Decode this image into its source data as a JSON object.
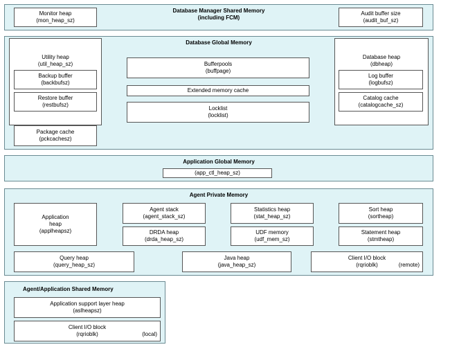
{
  "dbm": {
    "title_line1": "Database Manager Shared Memory",
    "title_line2": "(including FCM)",
    "monitor_heap": {
      "name": "Monitor heap",
      "param": "(mon_heap_sz)"
    },
    "audit_buffer": {
      "name": "Audit buffer size",
      "param": "(audit_buf_sz)"
    }
  },
  "dbg": {
    "title": "Database Global Memory",
    "utility_heap": {
      "name": "Utility heap",
      "param": "(util_heap_sz)"
    },
    "backup_buffer": {
      "name": "Backup buffer",
      "param": "(backbufsz)"
    },
    "restore_buffer": {
      "name": "Restore buffer",
      "param": "(restbufsz)"
    },
    "package_cache": {
      "name": "Package cache",
      "param": "(pckcachesz)"
    },
    "bufferpools": {
      "name": "Bufferpools",
      "param": "(buffpage)"
    },
    "extended_cache": {
      "name": "Extended memory cache"
    },
    "locklist": {
      "name": "Locklist",
      "param": "(locklist)"
    },
    "database_heap": {
      "name": "Database heap",
      "param": "(dbheap)"
    },
    "log_buffer": {
      "name": "Log buffer",
      "param": "(logbufsz)"
    },
    "catalog_cache": {
      "name": "Catalog cache",
      "param": "(catalogcache_sz)"
    }
  },
  "agm": {
    "title": "Application Global Memory",
    "app_ctl_heap": {
      "param": "(app_ctl_heap_sz)"
    }
  },
  "apm": {
    "title": "Agent Private Memory",
    "application_heap": {
      "line1": "Application",
      "line2": "heap",
      "param": "(applheapsz)"
    },
    "agent_stack": {
      "name": "Agent stack",
      "param": "(agent_stack_sz)"
    },
    "statistics_heap": {
      "name": "Statistics heap",
      "param": "(stat_heap_sz)"
    },
    "sort_heap": {
      "name": "Sort heap",
      "param": "(sortheap)"
    },
    "drda_heap": {
      "name": "DRDA heap",
      "param": "(drda_heap_sz)"
    },
    "udf_memory": {
      "name": "UDF memory",
      "param": "(udf_mem_sz)"
    },
    "statement_heap": {
      "name": "Statement heap",
      "param": "(stmtheap)"
    },
    "query_heap": {
      "name": "Query heap",
      "param": "(query_heap_sz)"
    },
    "java_heap": {
      "name": "Java heap",
      "param": "(java_heap_sz)"
    },
    "client_io_remote": {
      "name": "Client I/O block",
      "param": "(rqrioblk)",
      "note": "(remote)"
    }
  },
  "aasm": {
    "title": "Agent/Application Shared Memory",
    "app_support_heap": {
      "name": "Application support layer heap",
      "param": "(aslheapsz)"
    },
    "client_io_local": {
      "name": "Client I/O block",
      "param": "(rqrioblk)",
      "note": "(local)"
    }
  }
}
